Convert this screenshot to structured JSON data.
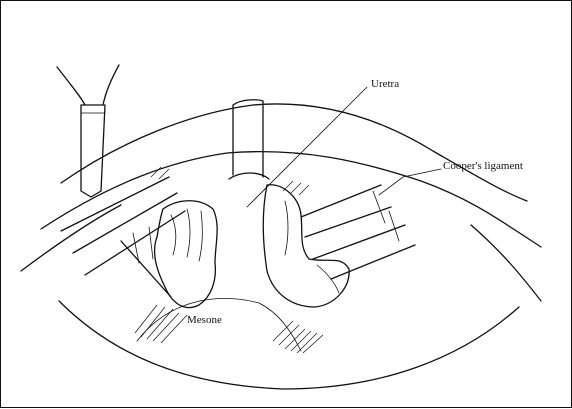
{
  "labels": {
    "urethra": "Uretra",
    "coopers_ligament": "Cooper's ligament",
    "mesh": "Mesone"
  }
}
